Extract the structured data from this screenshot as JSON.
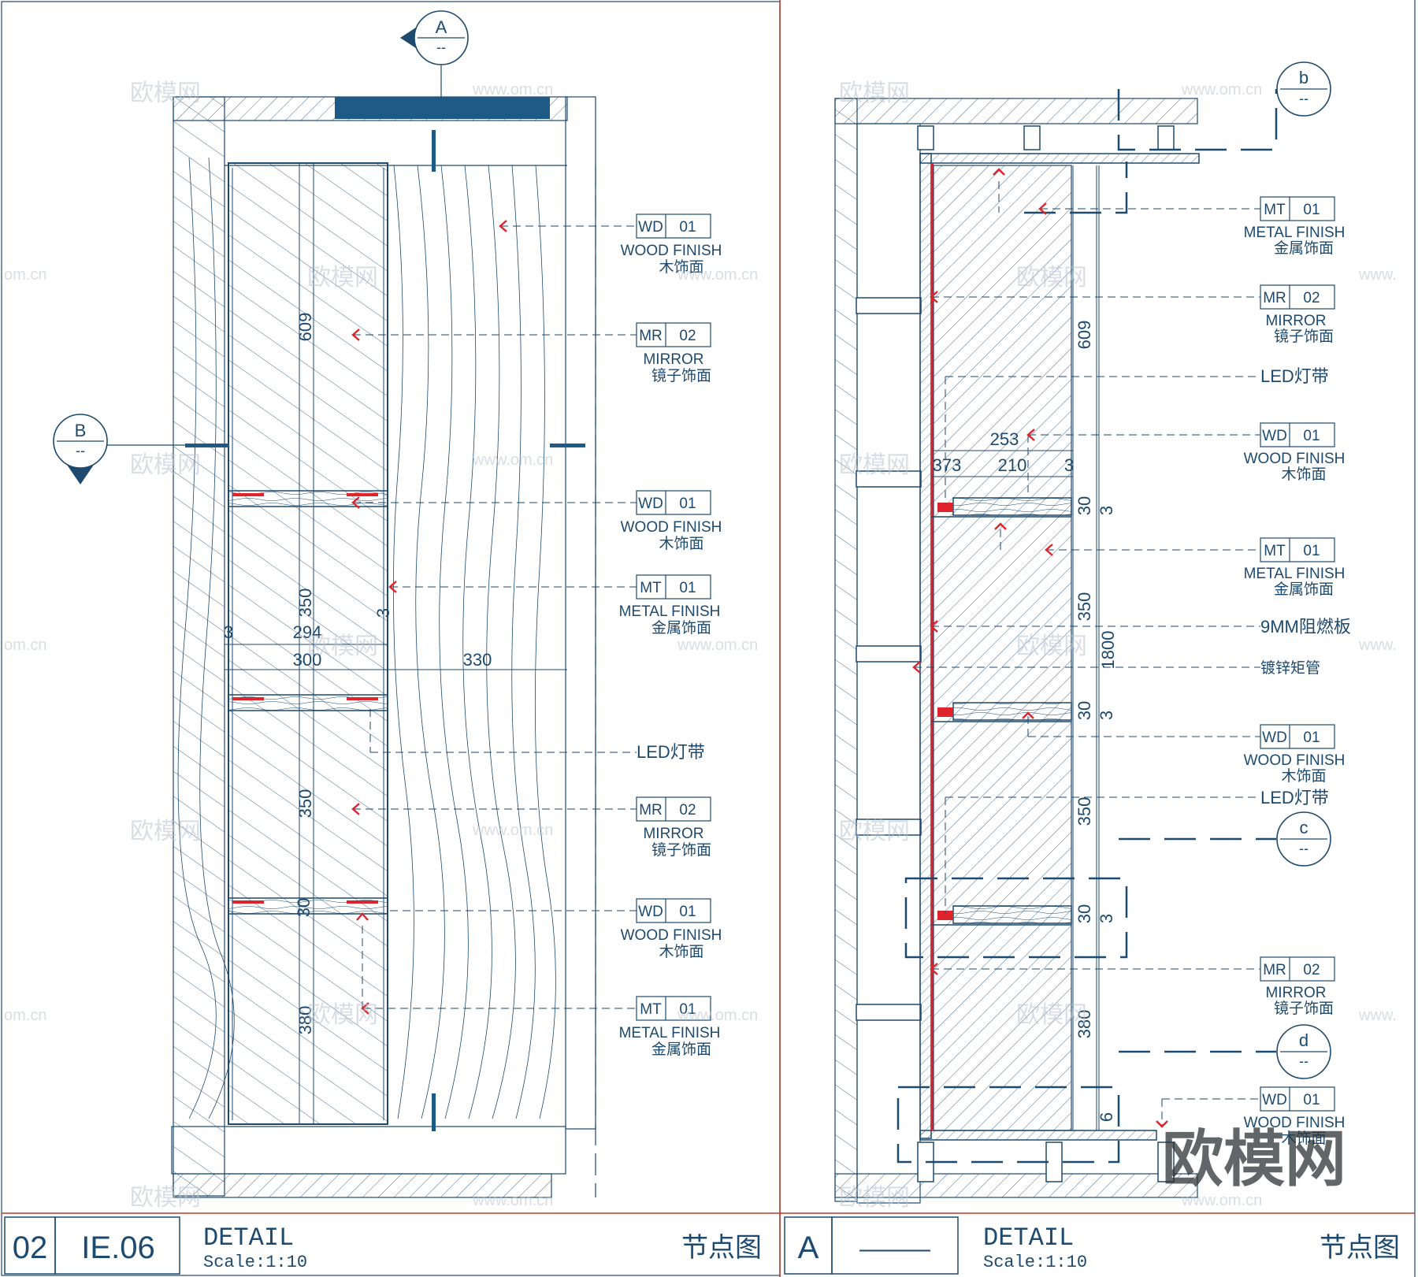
{
  "colors": {
    "line": "#1d4a6e",
    "accent": "#1d5a86",
    "red": "#e0242d",
    "frame_red": "#c0392b",
    "watermark": "#b9c4cf"
  },
  "section_markers": {
    "A": {
      "letter": "A",
      "sub": "--"
    },
    "B": {
      "letter": "B",
      "sub": "--"
    },
    "b": {
      "letter": "b",
      "sub": "--"
    },
    "c": {
      "letter": "c",
      "sub": "--"
    },
    "d": {
      "letter": "d",
      "sub": "--"
    }
  },
  "left_dims": {
    "d609": "609",
    "d350a": "350",
    "d350b": "350",
    "d380": "380",
    "d3a": "3",
    "d294": "294",
    "d3b": "3",
    "d300": "300",
    "d330": "330",
    "d30": "30"
  },
  "right_dims": {
    "d253": "253",
    "d373": "373",
    "d210": "210",
    "d3": "3",
    "d609": "609",
    "d350a": "350",
    "d350b": "350",
    "d380": "380",
    "d1800": "1800",
    "d30a": "30",
    "d30b": "30",
    "d30c": "30",
    "d3a": "3",
    "d3b": "3",
    "d3c": "3",
    "d6": "6"
  },
  "left_callouts": [
    {
      "code": "WD",
      "num": "01",
      "en": "WOOD FINISH",
      "cn": "木饰面"
    },
    {
      "code": "MR",
      "num": "02",
      "en": "MIRROR",
      "cn": "镜子饰面"
    },
    {
      "code": "WD",
      "num": "01",
      "en": "WOOD FINISH",
      "cn": "木饰面"
    },
    {
      "code": "MT",
      "num": "01",
      "en": "METAL FINISH",
      "cn": "金属饰面"
    },
    {
      "plain": "LED灯带"
    },
    {
      "code": "MR",
      "num": "02",
      "en": "MIRROR",
      "cn": "镜子饰面"
    },
    {
      "code": "WD",
      "num": "01",
      "en": "WOOD FINISH",
      "cn": "木饰面"
    },
    {
      "code": "MT",
      "num": "01",
      "en": "METAL FINISH",
      "cn": "金属饰面"
    }
  ],
  "right_callouts": [
    {
      "code": "MT",
      "num": "01",
      "en": "METAL FINISH",
      "cn": "金属饰面"
    },
    {
      "code": "MR",
      "num": "02",
      "en": "MIRROR",
      "cn": "镜子饰面"
    },
    {
      "plain": "LED灯带"
    },
    {
      "code": "WD",
      "num": "01",
      "en": "WOOD FINISH",
      "cn": "木饰面"
    },
    {
      "code": "MT",
      "num": "01",
      "en": "METAL FINISH",
      "cn": "金属饰面"
    },
    {
      "plain": "9MM阻燃板"
    },
    {
      "plain": "镀锌矩管"
    },
    {
      "code": "WD",
      "num": "01",
      "en": "WOOD FINISH",
      "cn": "木饰面"
    },
    {
      "plain": "LED灯带"
    },
    {
      "code": "MR",
      "num": "02",
      "en": "MIRROR",
      "cn": "镜子饰面"
    },
    {
      "code": "WD",
      "num": "01",
      "en": "WOOD FINISH",
      "cn": "木饰面"
    }
  ],
  "title_left": {
    "number": "02",
    "sheet": "IE.06",
    "title": "DETAIL",
    "scale": "Scale:1:10",
    "cn": "节点图"
  },
  "title_right": {
    "number": "A",
    "sheet": "———",
    "title": "DETAIL",
    "scale": "Scale:1:10",
    "cn": "节点图"
  },
  "watermark": {
    "logo": "欧模网",
    "url": "www.om.cn",
    "domain_fragment": "om.cn",
    "domain_fragment_right": "www."
  }
}
